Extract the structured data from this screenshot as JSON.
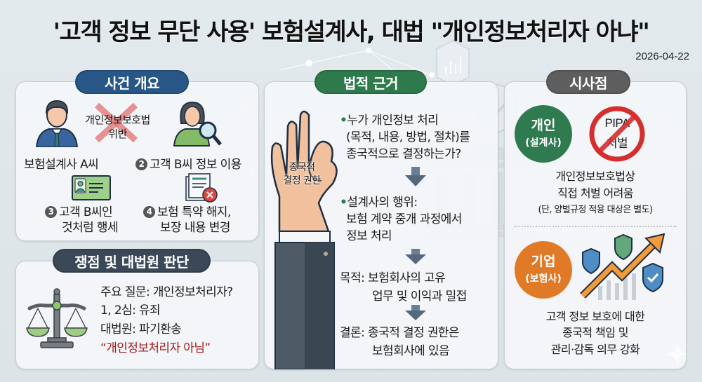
{
  "header": {
    "title": "'고객 정보 무단 사용' 보험설계사, 대법 \"개인정보처리자 아냐\"",
    "date": "2026-04-22"
  },
  "case_overview": {
    "heading": "사건 개요",
    "violation_label_line1": "개인정보보호법",
    "violation_label_line2": "위반",
    "actor_label": "보험설계사 A씨",
    "step2_number": "2",
    "step2_label": "고객 B씨 정보 이용",
    "step3_number": "3",
    "step3_line1": "고객 B씨인",
    "step3_line2": "것처럼 행세",
    "step4_number": "4",
    "step4_line1": "보험 특약 해지,",
    "step4_line2": "보장 내용 변경"
  },
  "ruling": {
    "heading": "쟁점 및 대법원 판단",
    "line1": "주요 질문: 개인정보처리자?",
    "line2": "1, 2심: 유죄",
    "line3": "대법원: 파기환송",
    "line4": "“개인정보처리자 아님”"
  },
  "legal_basis": {
    "heading": "법적 근거",
    "hand_label_line1": "종국적",
    "hand_label_line2": "결정 권한",
    "bullet1_line1": "누가 개인정보 처리",
    "bullet1_line2": "(목적, 내용, 방법, 절차)를",
    "bullet1_line3": "종국적으로 결정하는가?",
    "bullet2_line1": "설계사의 행위:",
    "bullet2_line2": "보험 계약 중개 과정에서",
    "bullet2_line3": "정보 처리",
    "purpose_label": "목적:",
    "purpose_line1": "보험회사의 고유",
    "purpose_line2": "업무 및 이익과 밀접",
    "conclusion_label": "결론:",
    "conclusion_line1": "종국적 결정 권한은",
    "conclusion_line2": "보험회사에 있음"
  },
  "implications": {
    "heading": "시사점",
    "individual_title": "개인",
    "individual_sub": "(설계사)",
    "no_sign_line1": "PIPA",
    "no_sign_line2": "처벌",
    "individual_line1": "개인정보보호법상",
    "individual_line2": "직접 처벌 어려움",
    "individual_line3": "(단, 양벌규정 적용 대상은 별도)",
    "company_title": "기업",
    "company_sub": "(보험사)",
    "company_line1": "고객 정보 보호에 대한",
    "company_line2": "종국적 책임 및",
    "company_line3": "관리·감독 의무 강화"
  },
  "colors": {
    "blue_pill": "#275687",
    "navy_pill": "#3a4858",
    "green_pill": "#2e7a4d",
    "gray_pill": "#5e5e5e",
    "individual_circle": "#2f7a4e",
    "company_circle": "#e07a27",
    "emphasis_red": "#a21b1b"
  }
}
